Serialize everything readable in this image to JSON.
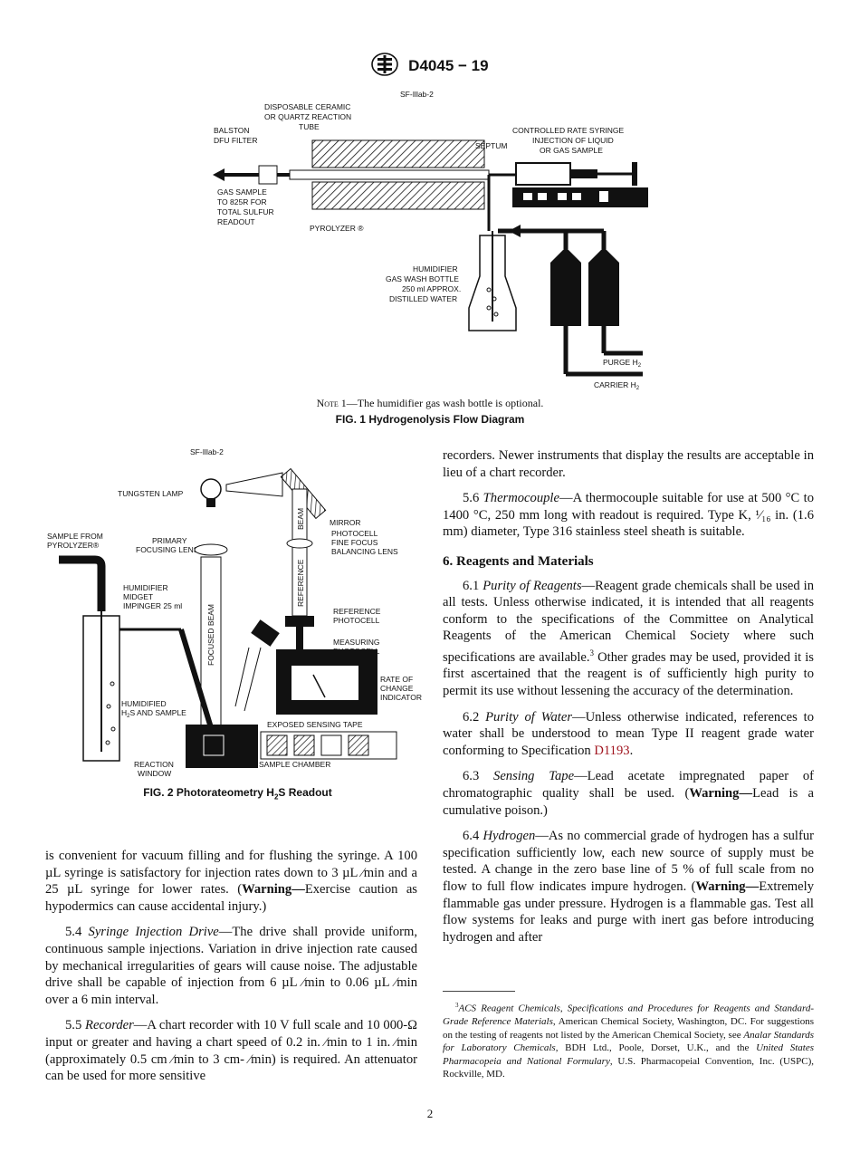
{
  "header": {
    "code": "D4045 − 19"
  },
  "fig1": {
    "id_label": "SF-Illab-2",
    "labels": {
      "reaction_tube": [
        "DISPOSABLE CERAMIC",
        "OR QUARTZ REACTION",
        "TUBE"
      ],
      "filter": [
        "BALSTON",
        "DFU FILTER"
      ],
      "septum": "SEPTUM",
      "syringe": [
        "CONTROLLED RATE SYRINGE",
        "INJECTION OF LIQUID",
        "OR GAS SAMPLE"
      ],
      "gas_sample": [
        "GAS SAMPLE",
        "TO 825R FOR",
        "TOTAL SULFUR",
        "READOUT"
      ],
      "pyrolyzer": "PYROLYZER ®",
      "humidifier": [
        "HUMIDIFIER",
        "GAS WASH BOTTLE",
        "250 ml APPROX.",
        "DISTILLED WATER"
      ],
      "purge": "PURGE H",
      "carrier": "CARRIER H",
      "sub2": "2"
    },
    "note_prefix": "Note 1",
    "note_text": "—The humidifier gas wash bottle is optional.",
    "caption": "FIG. 1 Hydrogenolysis Flow Diagram"
  },
  "fig2": {
    "id_label": "SF-Illab-2",
    "labels": {
      "lamp": "TUNGSTEN LAMP",
      "mirror": "MIRROR",
      "photocell_lens": [
        "PHOTOCELL",
        "FINE FOCUS",
        "BALANCING LENS"
      ],
      "primary_lens": [
        "PRIMARY",
        "FOCUSING LENS"
      ],
      "sample": [
        "SAMPLE FROM",
        "PYROLYZER®"
      ],
      "humidifier": [
        "HUMIDIFIER",
        "MIDGET",
        "IMPINGER 25 ml"
      ],
      "beam": "BEAM",
      "reference": "REFERENCE",
      "focused_beam": "FOCUSED BEAM",
      "ref_photocell": [
        "REFERENCE",
        "PHOTOCELL"
      ],
      "meas_photocell": [
        "MEASURING",
        "PHOTOCELL"
      ],
      "rate": [
        "RATE OF",
        "CHANGE",
        "INDICATOR"
      ],
      "humidified": [
        "HUMIDIFIED",
        "H",
        "2",
        "S AND SAMPLE"
      ],
      "tape": "EXPOSED SENSING TAPE",
      "reaction_window": [
        "REACTION",
        "WINDOW"
      ],
      "chamber": "SAMPLE CHAMBER"
    },
    "caption_a": "FIG. 2 Photorateometry H",
    "caption_sub": "2",
    "caption_b": "S Readout"
  },
  "left_col": {
    "p1": "is convenient for vacuum filling and for flushing the syringe. A 100 µL syringe is satisfactory for injection rates down to 3 µL ⁄min and a 25 µL syringe for lower rates. (",
    "p1_warn": "Warning—",
    "p1_end": "Exercise caution as hypodermics can cause accidental injury.)",
    "p2_num": "5.4 ",
    "p2_title": "Syringe Injection Drive",
    "p2_text": "—The drive shall provide uniform, continuous sample injections. Variation in drive injection rate caused by mechanical irregularities of gears will cause noise. The adjustable drive shall be capable of injection from 6 µL ⁄min to 0.06 µL ⁄min over a 6 min interval.",
    "p3_num": "5.5 ",
    "p3_title": "Recorder",
    "p3_text": "—A chart recorder with 10 V full scale and 10 000-Ω input or greater and having a chart speed of 0.2 in. ⁄min to 1 in. ⁄min (approximately 0.5 cm ⁄min to 3 cm- ⁄min) is required. An attenuator can be used for more sensitive"
  },
  "right_col": {
    "p1": "recorders. Newer instruments that display the results are acceptable in lieu of a chart recorder.",
    "p2_num": "5.6 ",
    "p2_title": "Thermocouple",
    "p2_text": "—A thermocouple suitable for use at 500 °C to 1400 °C, 250 mm long with readout is required. Type K, ¹⁄₁₆ in. (1.6 mm) diameter, Type 316 stainless steel sheath is suitable.",
    "h6": "6. Reagents and Materials",
    "p3_num": "6.1 ",
    "p3_title": "Purity of Reagents",
    "p3_text": "—Reagent grade chemicals shall be used in all tests. Unless otherwise indicated, it is intended that all reagents conform to the specifications of the Committee on Analytical Reagents of the American Chemical Society where such specifications are available.",
    "p3_sup": "3",
    "p3_text2": " Other grades may be used, provided it is first ascertained that the reagent is of sufficiently high purity to permit its use without lessening the accuracy of the determination.",
    "p4_num": "6.2 ",
    "p4_title": "Purity of Water",
    "p4_text": "—Unless otherwise indicated, references to water shall be understood to mean Type II reagent grade water conforming to Specification ",
    "p4_link": "D1193",
    "p4_end": ".",
    "p5_num": "6.3 ",
    "p5_title": "Sensing Tape",
    "p5_text": "—Lead acetate impregnated paper of chromatographic quality shall be used. (",
    "p5_warn": "Warning—",
    "p5_end": "Lead is a cumulative poison.)",
    "p6_num": "6.4 ",
    "p6_title": "Hydrogen",
    "p6_text": "—As no commercial grade of hydrogen has a sulfur specification sufficiently low, each new source of supply must be tested. A change in the zero base line of 5 % of full scale from no flow to full flow indicates impure hydrogen. (",
    "p6_warn": "Warning—",
    "p6_end": "Extremely flammable gas under pressure. Hydrogen is a flammable gas. Test all flow systems for leaks and purge with inert gas before introducing hydrogen and after"
  },
  "footnote": {
    "sup": "3",
    "t1": "ACS Reagent Chemicals, Specifications and Procedures for Reagents and Standard-Grade Reference Materials",
    "t2": ", American Chemical Society, Washington, DC. For suggestions on the testing of reagents not listed by the American Chemical Society, see ",
    "t3": "Analar Standards for Laboratory Chemicals",
    "t4": ", BDH Ltd., Poole, Dorset, U.K., and the ",
    "t5": "United States Pharmacopeia and National Formulary",
    "t6": ", U.S. Pharmacopeial Convention, Inc. (USPC), Rockville, MD."
  },
  "page_number": "2"
}
